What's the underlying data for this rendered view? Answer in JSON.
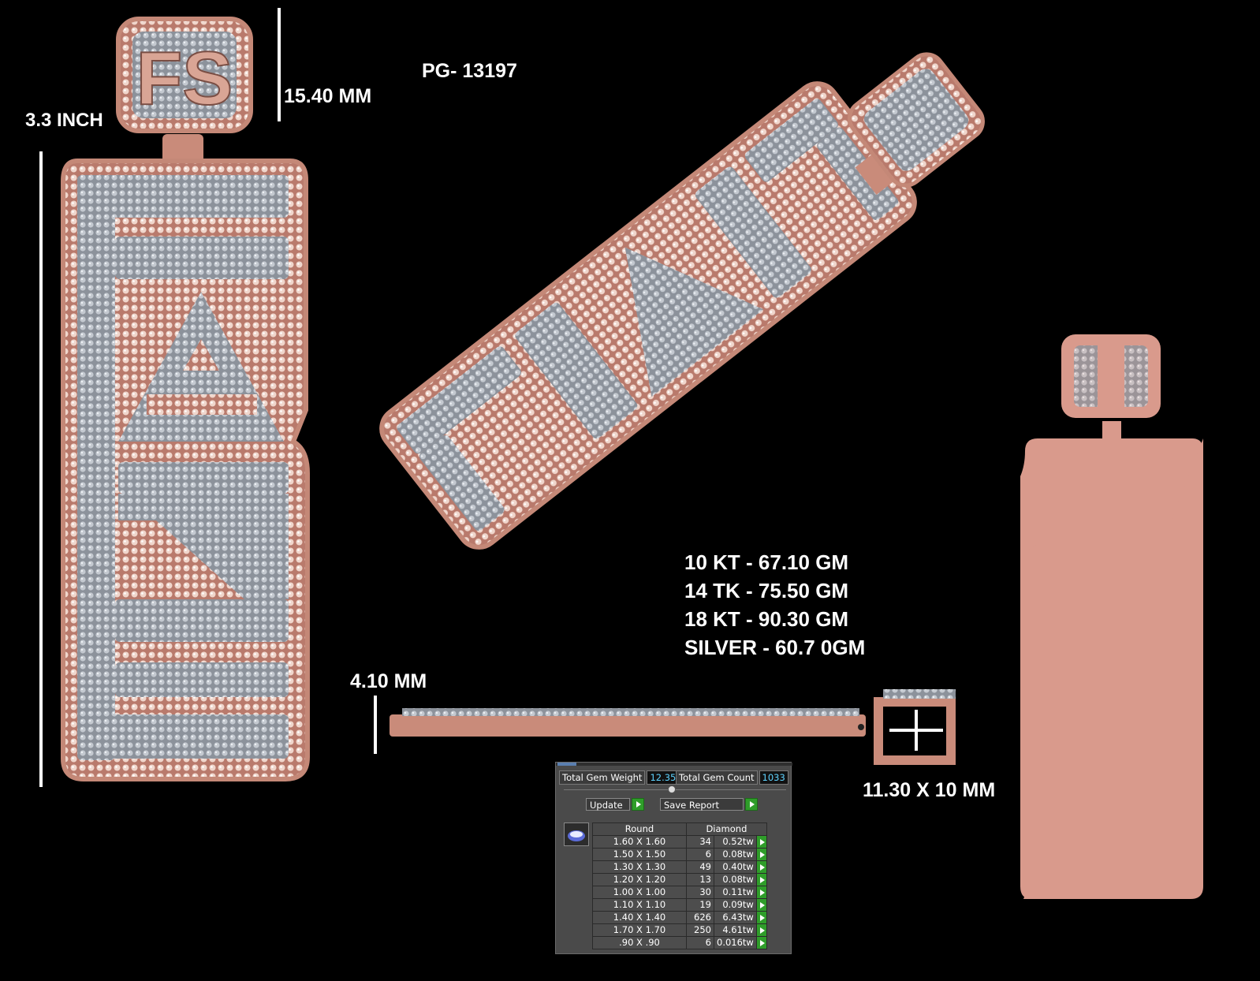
{
  "labels": {
    "product_code": "PG-  13197",
    "height_inch": "3.3 INCH",
    "bail_height": "15.40 MM",
    "thickness": "4.10 MM",
    "bail_size": "11.30 X 10 MM"
  },
  "weights": [
    "10 KT - 67.10 GM",
    "14 TK - 75.50 GM",
    "18 KT - 90.30 GM",
    "SILVER - 60.7 0GM"
  ],
  "pendant": {
    "bail_letters": "FS",
    "letters": [
      "F",
      "A",
      "Z",
      "E"
    ]
  },
  "gem_report": {
    "total_weight_label": "Total Gem Weight",
    "total_weight_value": "12.35",
    "total_count_label": "Total Gem Count",
    "total_count_value": "1033",
    "update_label": "Update",
    "save_report_label": "Save Report",
    "col_shape": "Round",
    "col_material": "Diamond",
    "rows": [
      {
        "size": "1.60 X 1.60",
        "count": "34",
        "weight": "0.52tw"
      },
      {
        "size": "1.50 X 1.50",
        "count": "6",
        "weight": "0.08tw"
      },
      {
        "size": "1.30 X 1.30",
        "count": "49",
        "weight": "0.40tw"
      },
      {
        "size": "1.20 X 1.20",
        "count": "13",
        "weight": "0.08tw"
      },
      {
        "size": "1.00 X 1.00",
        "count": "30",
        "weight": "0.11tw"
      },
      {
        "size": "1.10 X 1.10",
        "count": "19",
        "weight": "0.09tw"
      },
      {
        "size": "1.40 X 1.40",
        "count": "626",
        "weight": "6.43tw"
      },
      {
        "size": "1.70 X 1.70",
        "count": "250",
        "weight": "4.61tw"
      },
      {
        "size": ".90 X .90",
        "count": "6",
        "weight": "0.016tw"
      }
    ]
  },
  "colors": {
    "background": "#000000",
    "rose_gold": "#c98b7a",
    "rose_gold_back": "#d99a8c",
    "pave_silver": "#9aa0a8",
    "text": "#ffffff"
  }
}
